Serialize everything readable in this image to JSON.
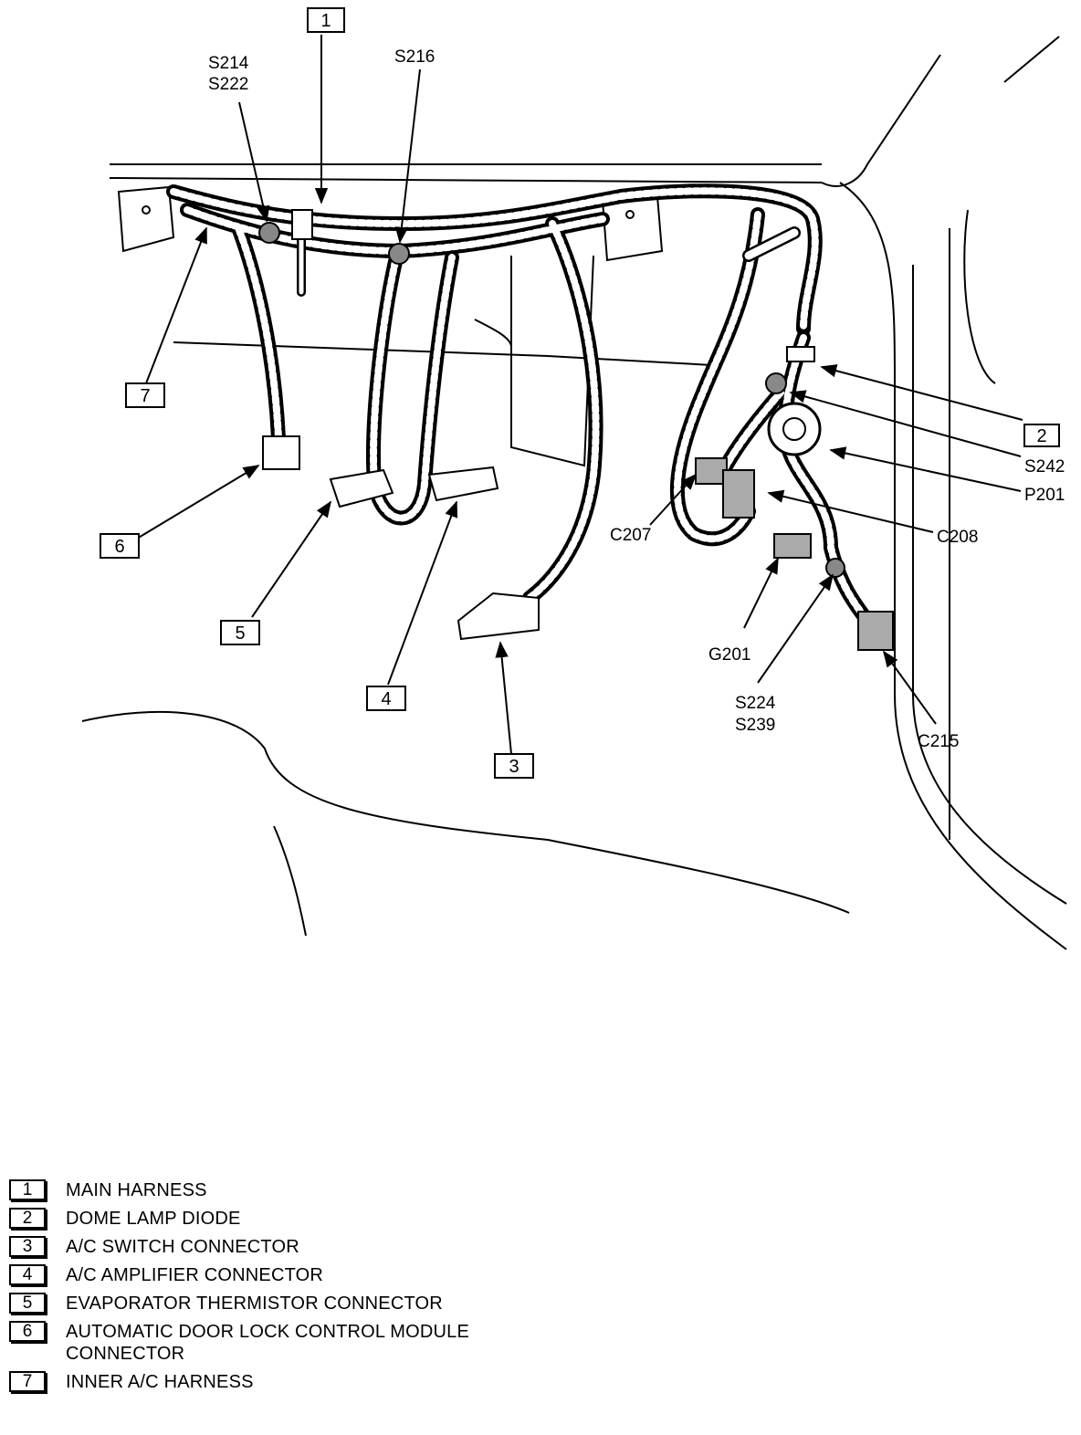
{
  "callouts": [
    {
      "num": "1"
    },
    {
      "num": "2"
    },
    {
      "num": "3"
    },
    {
      "num": "4"
    },
    {
      "num": "5"
    },
    {
      "num": "6"
    },
    {
      "num": "7"
    }
  ],
  "labels": {
    "s214": "S214",
    "s222": "S222",
    "s216": "S216",
    "s242": "S242",
    "p201": "P201",
    "c207": "C207",
    "c208": "C208",
    "g201": "G201",
    "s224": "S224",
    "s239": "S239",
    "c215": "C215"
  },
  "legend": [
    {
      "num": "1",
      "text": "MAIN HARNESS"
    },
    {
      "num": "2",
      "text": "DOME LAMP DIODE"
    },
    {
      "num": "3",
      "text": "A/C SWITCH CONNECTOR"
    },
    {
      "num": "4",
      "text": "A/C AMPLIFIER CONNECTOR"
    },
    {
      "num": "5",
      "text": "EVAPORATOR THERMISTOR CONNECTOR"
    },
    {
      "num": "6",
      "text": "AUTOMATIC DOOR LOCK CONTROL MODULE CONNECTOR"
    },
    {
      "num": "7",
      "text": "INNER A/C HARNESS"
    }
  ]
}
